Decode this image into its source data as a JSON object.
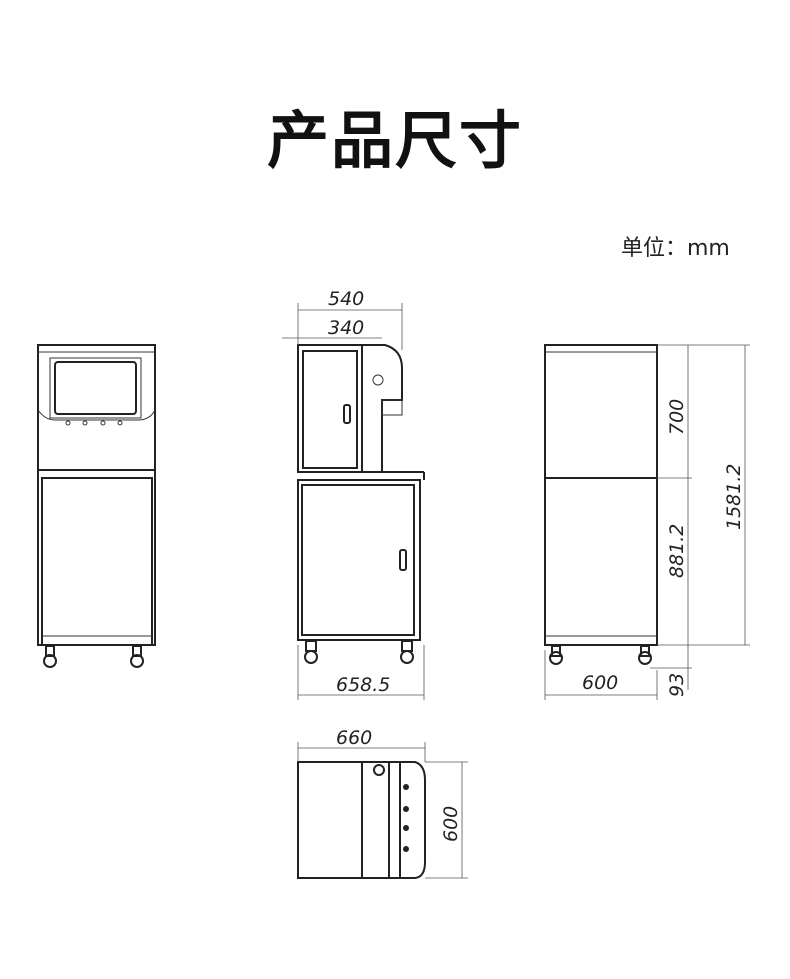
{
  "title": "产品尺寸",
  "unit_label": "单位：mm",
  "dimensions": {
    "side_top_width": "540",
    "side_upper_width": "340",
    "side_base_width": "658.5",
    "top_view_width": "660",
    "top_view_depth": "600",
    "right_upper_height": "700",
    "right_lower_height": "881.2",
    "right_wheel_height": "93",
    "right_total_height": "1581.2",
    "right_width": "600"
  }
}
